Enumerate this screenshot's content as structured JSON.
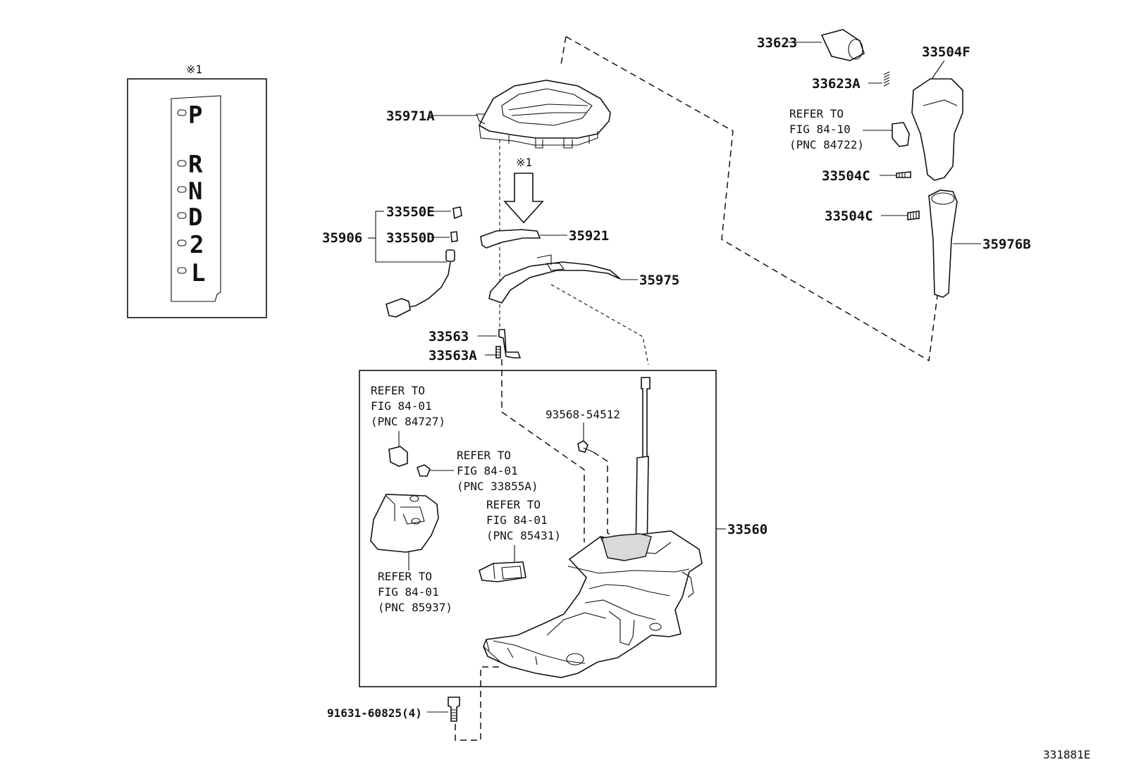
{
  "diagram_id": "331881E",
  "note_symbol": "※1",
  "indicator": {
    "note": "※1",
    "gears": [
      "P",
      "R",
      "N",
      "D",
      "2",
      "L"
    ]
  },
  "arrow_note": "※1",
  "parts": {
    "p35971A": "35971A",
    "p35906": "35906",
    "p33550E": "33550E",
    "p33550D": "33550D",
    "p35921": "35921",
    "p35975": "35975",
    "p33563": "33563",
    "p33563A": "33563A",
    "p33623": "33623",
    "p33623A": "33623A",
    "p33504F": "33504F",
    "p33504C_a": "33504C",
    "p33504C_b": "33504C",
    "p35976B": "35976B",
    "p33560": "33560",
    "p93568": "93568-54512",
    "p91631": "91631-60825(4)"
  },
  "refs": {
    "r84722": [
      "REFER TO",
      "FIG 84-10",
      "(PNC 84722)"
    ],
    "r84727": [
      "REFER TO",
      "FIG 84-01",
      "(PNC 84727)"
    ],
    "r33855A": [
      "REFER TO",
      "FIG 84-01",
      "(PNC 33855A)"
    ],
    "r85431": [
      "REFER TO",
      "FIG 84-01",
      "(PNC 85431)"
    ],
    "r85937": [
      "REFER TO",
      "FIG 84-01",
      "(PNC 85937)"
    ]
  }
}
